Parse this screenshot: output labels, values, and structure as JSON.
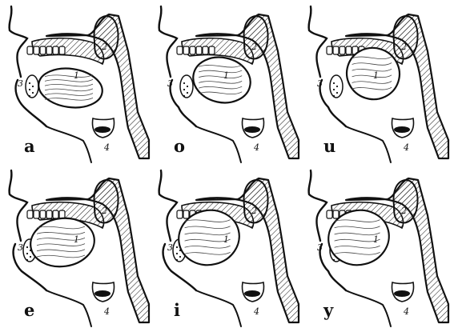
{
  "panels": [
    {
      "vowel": "a",
      "tongue": "low-back",
      "lips": "open",
      "n1": "1",
      "n2": "2",
      "n3": "3",
      "n4": "4"
    },
    {
      "vowel": "o",
      "tongue": "mid-back",
      "lips": "rounded",
      "n1": "1",
      "n2": "2",
      "n3": "3",
      "n4": "4"
    },
    {
      "vowel": "u",
      "tongue": "high-back",
      "lips": "rounded",
      "n1": "1",
      "n2": "2",
      "n3": "3",
      "n4": "4"
    },
    {
      "vowel": "e",
      "tongue": "mid-front",
      "lips": "spread",
      "n1": "1",
      "n2": "2",
      "n3": "3",
      "n4": "4"
    },
    {
      "vowel": "i",
      "tongue": "high-front",
      "lips": "spread",
      "n1": "1",
      "n2": "2",
      "n3": "3",
      "n4": "4"
    },
    {
      "vowel": "y",
      "tongue": "high-front",
      "lips": "rounded",
      "n1": "1",
      "n2": "2",
      "n3": "3",
      "n4": "4"
    }
  ]
}
